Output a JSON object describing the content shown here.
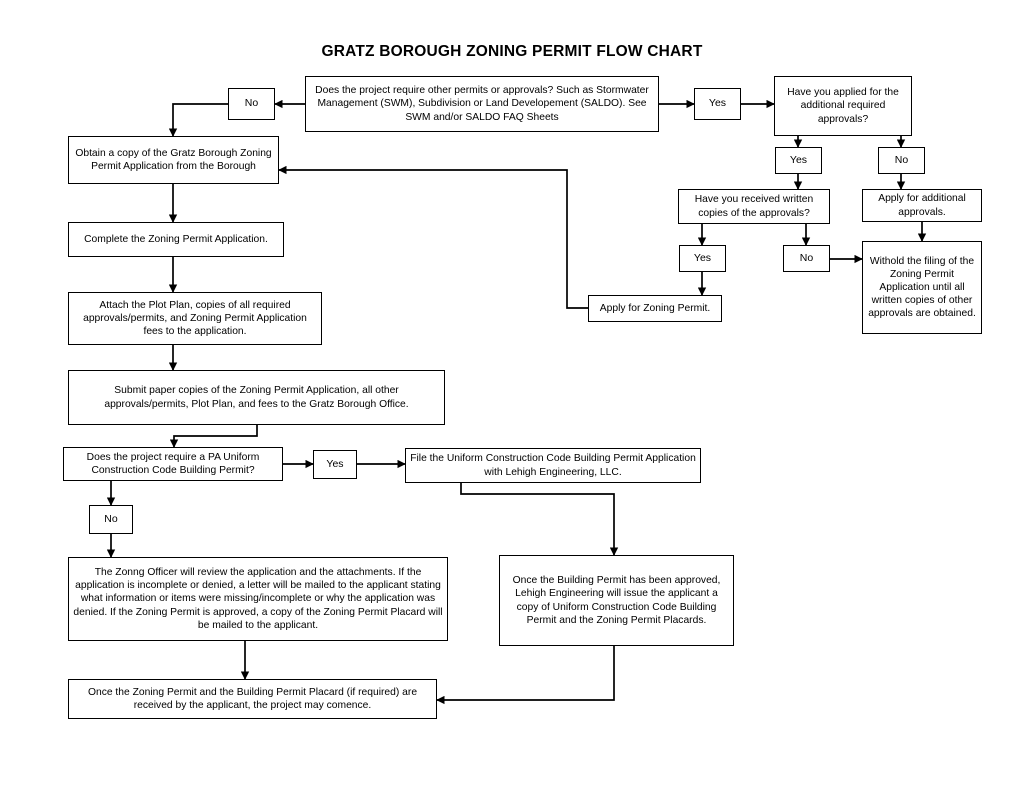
{
  "title": "GRATZ BOROUGH ZONING PERMIT FLOW CHART",
  "colors": {
    "background": "#ffffff",
    "stroke": "#000000",
    "text": "#000000"
  },
  "nodes": {
    "other_permits_question": "Does the project require other permits or approvals? Such as Stormwater Management (SWM), Subdivision or Land Developement (SALDO). See SWM and/or SALDO FAQ Sheets",
    "no_1": "No",
    "yes_1": "Yes",
    "applied_question": "Have you applied for the additional required approvals?",
    "yes_2": "Yes",
    "no_2": "No",
    "received_written_question": "Have you received written copies of the approvals?",
    "apply_additional": "Apply for additional approvals.",
    "yes_3": "Yes",
    "no_3": "No",
    "withhold_filing": "Withold the filing of the Zoning Permit Application until all written copies of other approvals are obtained.",
    "apply_zoning_permit": "Apply for Zoning Permit.",
    "obtain_copy": "Obtain a copy of the Gratz Borough Zoning Permit Application from the Borough",
    "complete_application": "Complete the Zoning Permit Application.",
    "attach_plot_plan": "Attach the Plot Plan, copies of all required approvals/permits, and Zoning Permit Application fees to the application.",
    "submit_paper_copies": "Submit paper copies of the Zoning Permit Application, all other approvals/permits, Plot Plan, and fees to the Gratz Borough Office.",
    "ucc_question": "Does the project require a PA Uniform Construction Code Building Permit?",
    "yes_4": "Yes",
    "no_4": "No",
    "file_ucc_application": "File the Uniform Construction Code Building Permit Application with Lehigh Engineering, LLC.",
    "zoning_officer_review": "The Zonng Officer will review the application and the attachments. If the application is incomplete or denied, a letter will be mailed to the applicant stating what information or items were missing/incomplete or why the application was denied. If the Zoning Permit is approved, a copy of the Zoning Permit Placard will be mailed to the applicant.",
    "building_permit_approved": "Once the Building Permit has been approved, Lehigh Engineering will issue the applicant a copy of Uniform Construction Code Building Permit and the Zoning Permit Placards.",
    "project_may_commence": "Once the Zoning Permit and the Building Permit Placard (if required) are received by the applicant, the project may comence."
  }
}
